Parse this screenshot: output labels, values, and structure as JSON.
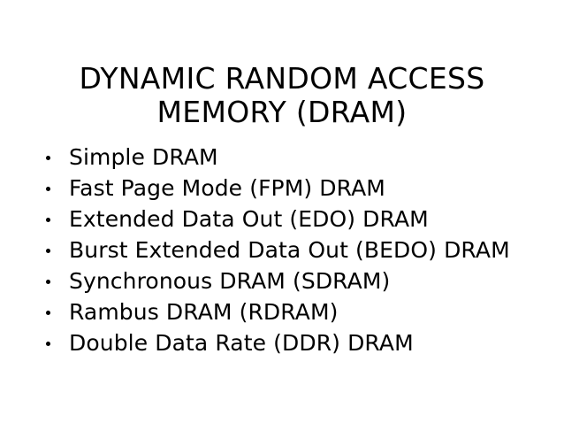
{
  "slide": {
    "background_color": "#ffffff",
    "text_color": "#000000",
    "title": "DYNAMIC RANDOM ACCESS\nMEMORY (DRAM)",
    "title_line_1": "DYNAMIC RANDOM ACCESS",
    "title_line_2": "MEMORY (DRAM)",
    "bullet_glyph": "bullet-dot",
    "bullets": [
      {
        "label": "Simple DRAM"
      },
      {
        "label": "Fast Page Mode (FPM) DRAM"
      },
      {
        "label": "Extended Data Out (EDO) DRAM"
      },
      {
        "label": "Burst Extended Data Out (BEDO) DRAM"
      },
      {
        "label": "Synchronous DRAM (SDRAM)"
      },
      {
        "label": "Rambus DRAM (RDRAM)"
      },
      {
        "label": "Double Data Rate (DDR) DRAM"
      }
    ]
  }
}
